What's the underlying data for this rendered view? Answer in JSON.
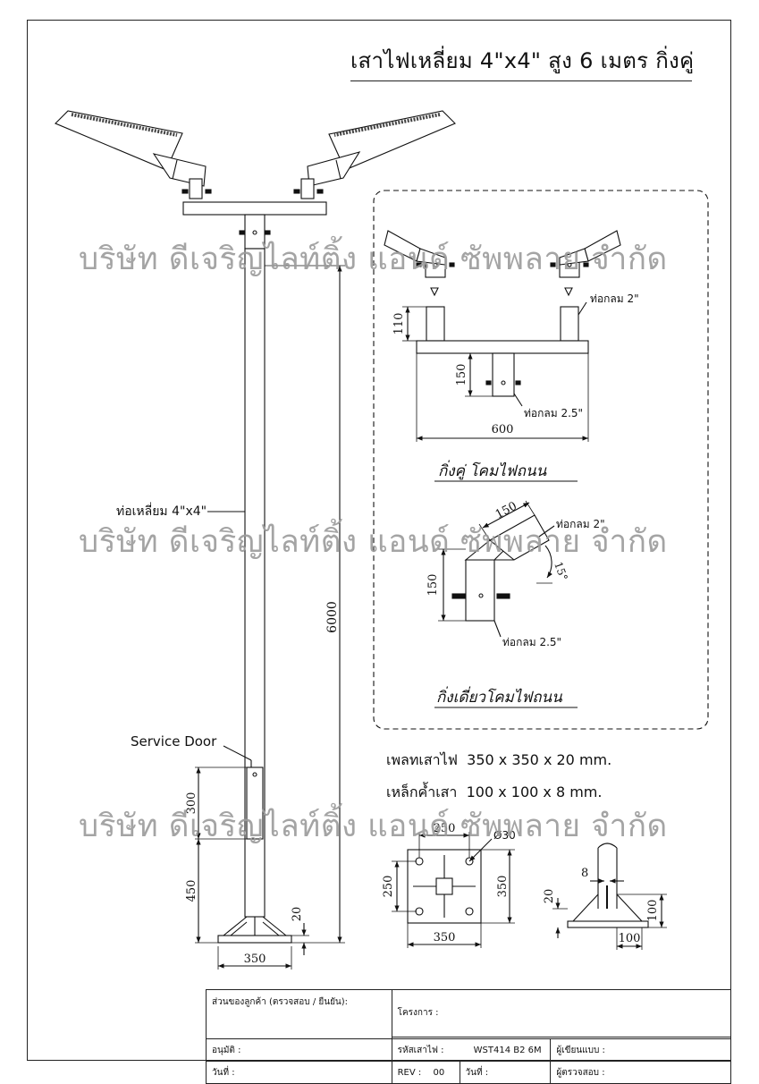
{
  "title": "เสาไฟเหลี่ยม 4\"x4\" สูง 6 เมตร  กิ่งคู่",
  "watermark": "บริษัท ดีเจริญไลท์ติ้ง แอนด์ ซัพพลาย จำกัด",
  "main_pole": {
    "pole_label": "ท่อเหลี่ยม  4\"x4\"",
    "service_door_label": "Service Door",
    "dims": {
      "height": "6000",
      "door": "300",
      "door_offset": "450",
      "plate_thk": "20",
      "plate_w": "350"
    }
  },
  "double_arm": {
    "caption": "กิ่งคู่ โคมไฟถนน",
    "tube_top_label": "ท่อกลม 2\"",
    "tube_bottom_label": "ท่อกลม 2.5\"",
    "dims": {
      "top_tube": "110",
      "bottom_tube": "150",
      "width": "600"
    }
  },
  "single_arm": {
    "caption": "กิ่งเดี่ยวโคมไฟถนน",
    "tube_top_label": "ท่อกลม 2\"",
    "tube_bottom_label": "ท่อกลม 2.5\"",
    "dims": {
      "arm_len": "150",
      "height": "150",
      "angle": "15°"
    }
  },
  "specs": {
    "plate_label": "เพลทเสาไฟ",
    "plate_value": "350 x 350 x 20 mm.",
    "gusset_label": "เหล็กค้ำเสา",
    "gusset_value": "100 x 100 x 8 mm."
  },
  "base_plate": {
    "hole_spacing": "250",
    "hole_dia": "Ø30",
    "side": "350",
    "vspacing": "250",
    "vside": "350",
    "width": "350"
  },
  "gusset": {
    "thk": "8",
    "h20": "20",
    "h100": "100",
    "w100": "100"
  },
  "title_block": {
    "customer_label": "ส่วนของลูกค้า (ตรวจสอบ / ยืนยัน):",
    "project_label": "โครงการ :",
    "approve_label": "อนุมัติ   :",
    "code_label": "รหัสเสาไฟ   :",
    "code_value": "WST414 B2 6M",
    "designer_label": "ผู้เขียนแบบ :",
    "date_label": "วันที่  :",
    "rev_label": "REV :",
    "rev_value": "00",
    "date2_label": "วันที่ :",
    "checker_label": "ผู้ตรวจสอบ :"
  }
}
